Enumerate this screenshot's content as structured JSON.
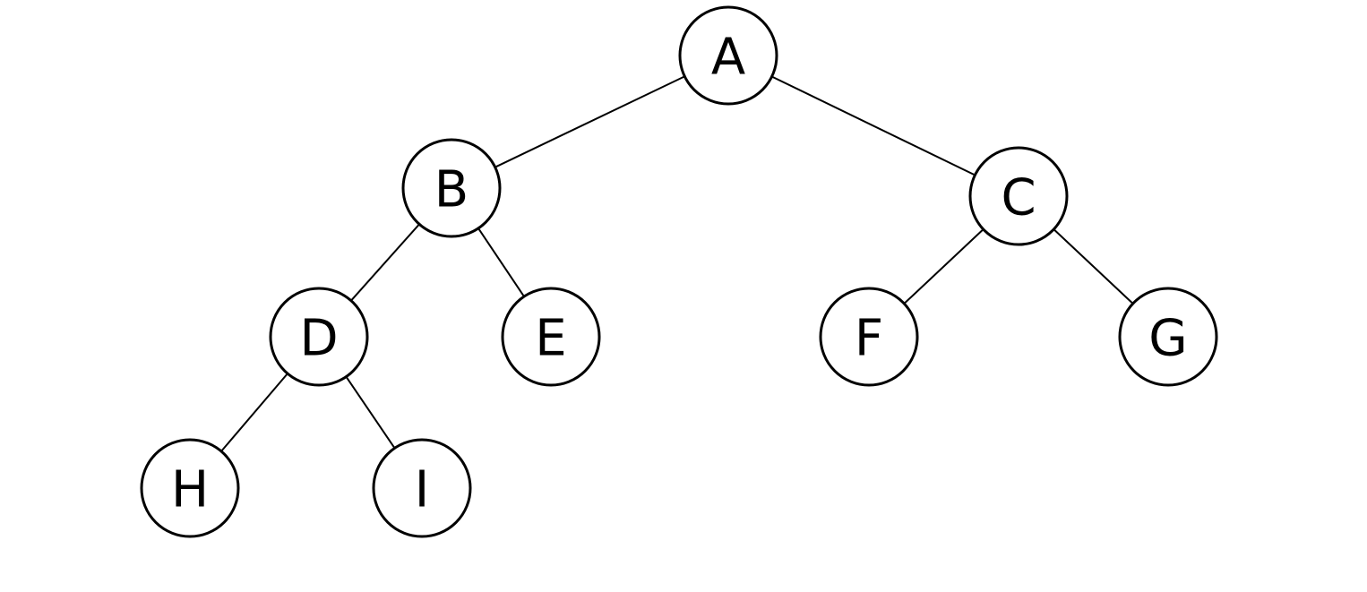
{
  "tree": {
    "nodes": [
      {
        "id": "A",
        "label": "A"
      },
      {
        "id": "B",
        "label": "B"
      },
      {
        "id": "C",
        "label": "C"
      },
      {
        "id": "D",
        "label": "D"
      },
      {
        "id": "E",
        "label": "E"
      },
      {
        "id": "F",
        "label": "F"
      },
      {
        "id": "G",
        "label": "G"
      },
      {
        "id": "H",
        "label": "H"
      },
      {
        "id": "I",
        "label": "I"
      }
    ],
    "edges": [
      {
        "from": "A",
        "to": "B"
      },
      {
        "from": "A",
        "to": "C"
      },
      {
        "from": "B",
        "to": "D"
      },
      {
        "from": "B",
        "to": "E"
      },
      {
        "from": "C",
        "to": "F"
      },
      {
        "from": "C",
        "to": "G"
      },
      {
        "from": "D",
        "to": "H"
      },
      {
        "from": "D",
        "to": "I"
      }
    ]
  }
}
